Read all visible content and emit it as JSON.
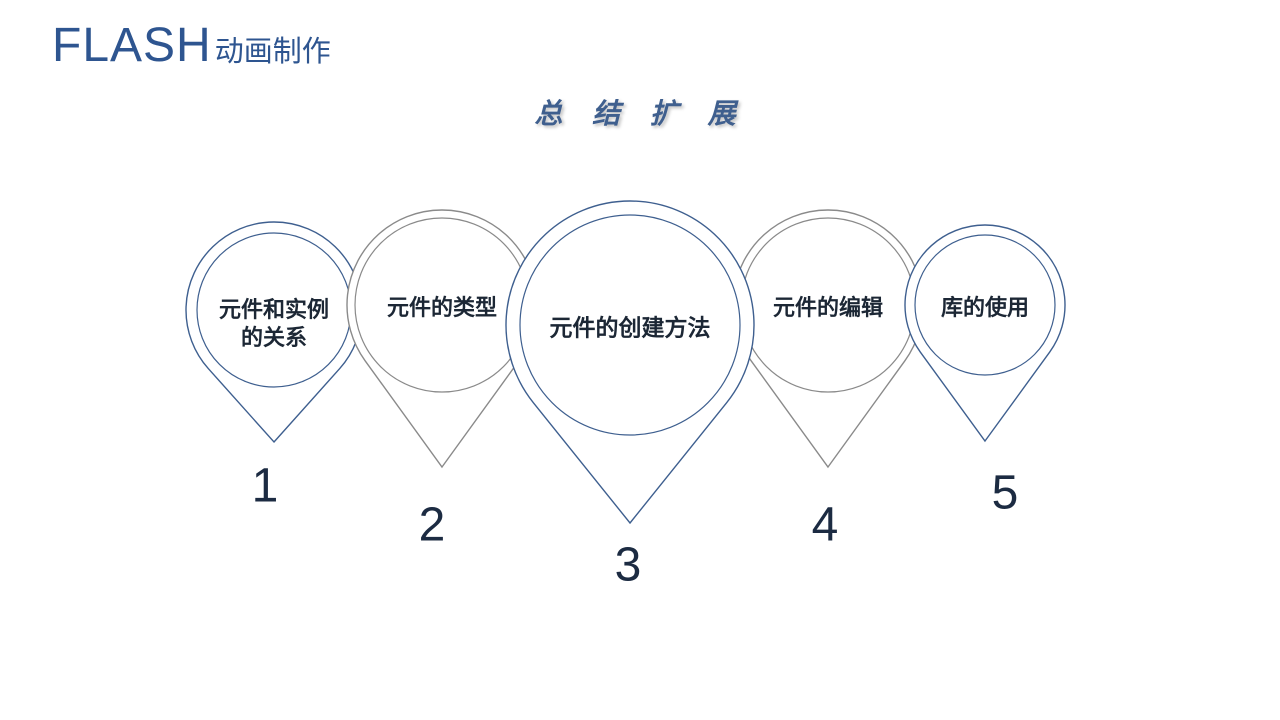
{
  "header": {
    "title_latin": "FLASH",
    "title_cjk": "动画制作"
  },
  "section_title": "总 结 扩 展",
  "colors": {
    "accent_blue": "#2e5590",
    "pin_blue": "#3e5f8f",
    "pin_gray": "#8a8a8a"
  },
  "steps": [
    {
      "number": "1",
      "label_lines": [
        "元件和实例",
        "的关系"
      ]
    },
    {
      "number": "2",
      "label_lines": [
        "元件的类型"
      ]
    },
    {
      "number": "3",
      "label_lines": [
        "元件的创建方法"
      ]
    },
    {
      "number": "4",
      "label_lines": [
        "元件的编辑"
      ]
    },
    {
      "number": "5",
      "label_lines": [
        "库的使用"
      ]
    }
  ]
}
